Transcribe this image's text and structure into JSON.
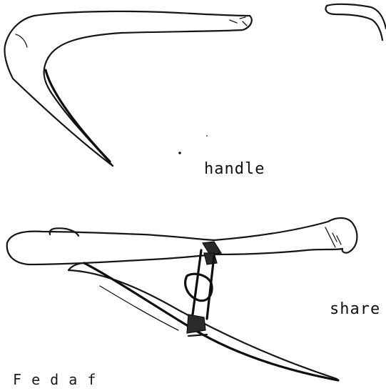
{
  "labels": {
    "handle": "handle",
    "share": "share",
    "bottom_text": "F   e   d  a   f"
  }
}
